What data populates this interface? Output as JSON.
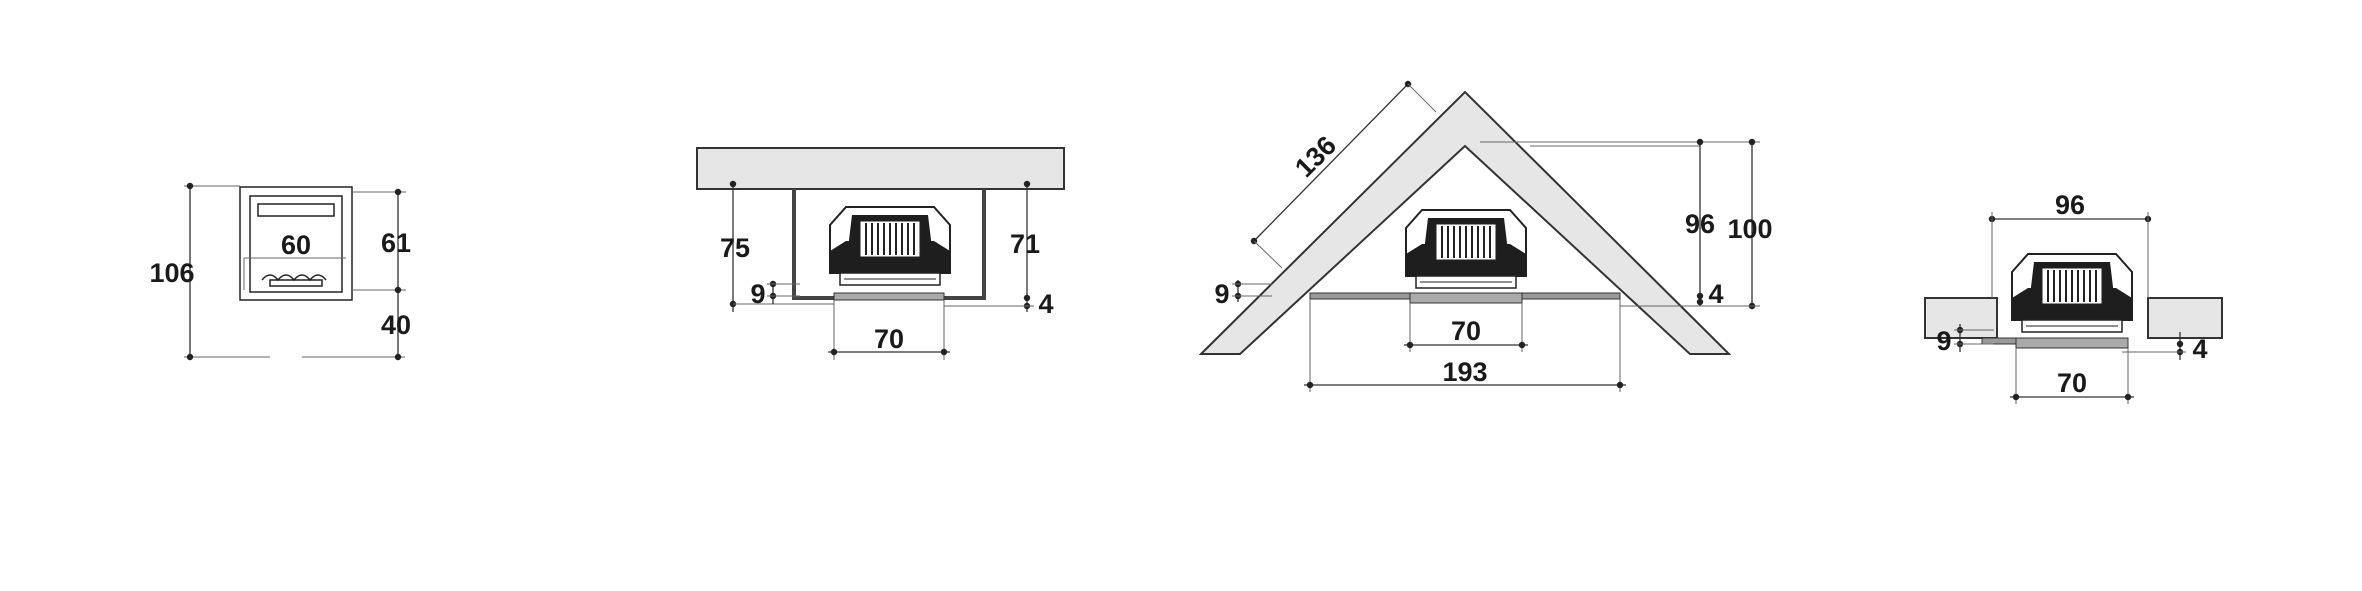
{
  "diagram": {
    "views": [
      {
        "id": "front-view",
        "dimensions": {
          "total_height": "106",
          "insert_width": "60",
          "insert_height": "61",
          "base_height": "40"
        }
      },
      {
        "id": "wall-installation",
        "dimensions": {
          "left_depth": "75",
          "right_depth": "71",
          "offset": "9",
          "trim": "4",
          "width": "70"
        }
      },
      {
        "id": "corner-installation",
        "dimensions": {
          "diagonal": "136",
          "inner_depth": "96",
          "outer_depth": "100",
          "offset": "9",
          "trim": "4",
          "width": "70",
          "span": "193"
        }
      },
      {
        "id": "flush-installation",
        "dimensions": {
          "opening_width": "96",
          "offset": "9",
          "trim": "4",
          "width": "70"
        }
      }
    ]
  },
  "colors": {
    "line": "#222222",
    "wall_fill": "#e6e6e6",
    "fireplace_dark": "#1e1e1e"
  }
}
